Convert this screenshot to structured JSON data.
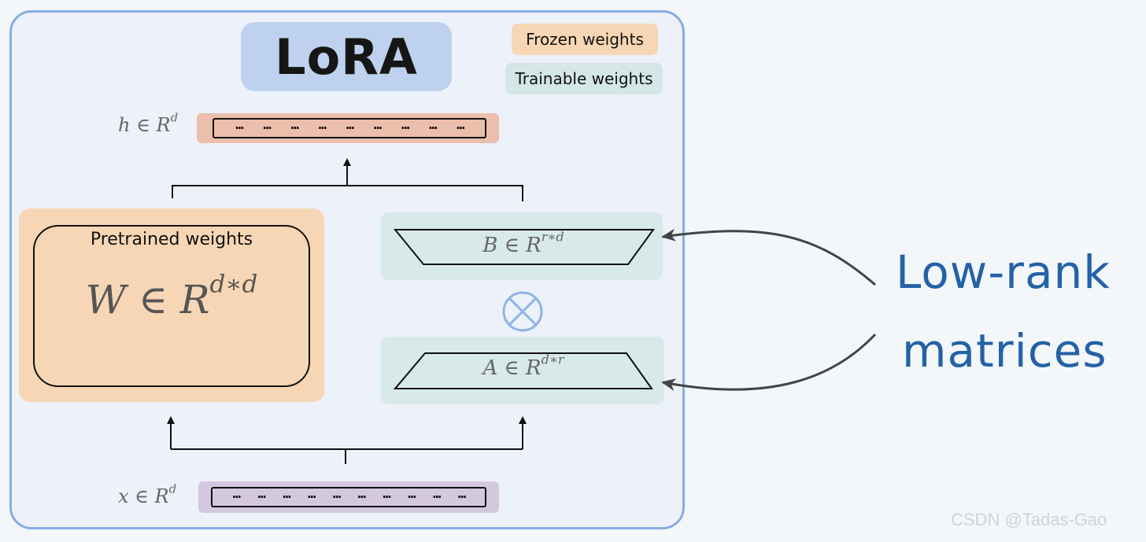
{
  "title": "LoRA",
  "legend": {
    "frozen": "Frozen weights",
    "trainable": "Trainable weights"
  },
  "output_vector": {
    "label_symbol": "h ∈ R",
    "label_sup": "d",
    "cells": [
      "…",
      "…",
      "…",
      "…",
      "…",
      "…",
      "…",
      "…",
      "…"
    ]
  },
  "input_vector": {
    "label_symbol": "x ∈ R",
    "label_sup": "d",
    "cells": [
      "…",
      "…",
      "…",
      "…",
      "…",
      "…",
      "…",
      "…",
      "…",
      "…"
    ]
  },
  "pretrained": {
    "title": "Pretrained weights",
    "symbol": "W ∈ R",
    "sup": "d∗d"
  },
  "matrix_b": {
    "symbol": "B ∈ R",
    "sup": "r∗d"
  },
  "matrix_a": {
    "symbol": "A ∈ R",
    "sup": "d∗r"
  },
  "operator": "⊗",
  "annotation": {
    "line1": "Low-rank",
    "line2": "matrices"
  },
  "watermark": "CSDN @Tadas-Gao",
  "colors": {
    "frozen": "#f6d6b4",
    "trainable": "#d7e9e8",
    "title_bg": "#bed2ef",
    "frame_border": "#86aee2",
    "annotation": "#2462a6",
    "operator": "#8fb4e6"
  }
}
